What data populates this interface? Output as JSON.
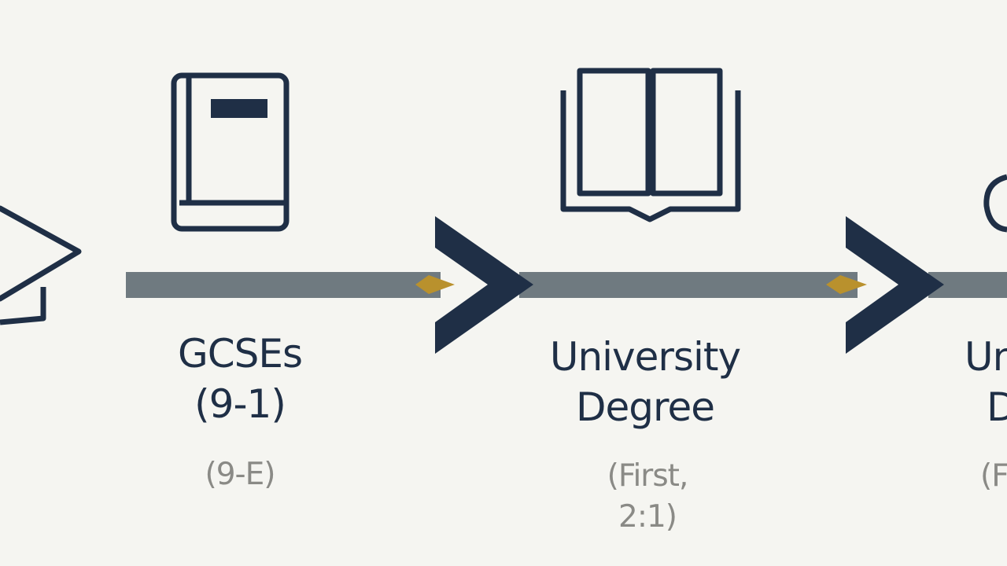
{
  "colors": {
    "background": "#f5f5f1",
    "navy": "#1f2f46",
    "timeline_gray": "#6f7a80",
    "gold": "#b9912d",
    "subtext": "#8a8a86"
  },
  "stages": [
    {
      "icon": "graduation-cap-icon",
      "line1": "",
      "line2": "",
      "sub1": "",
      "sub2": ""
    },
    {
      "icon": "closed-book-icon",
      "line1": "GCSEs",
      "line2": "(9-1)",
      "sub1": "(9-E)",
      "sub2": ""
    },
    {
      "icon": "open-book-icon",
      "line1": "University",
      "line2": "Degree",
      "sub1": "(First,",
      "sub2": "2:1)"
    },
    {
      "icon": "partial-icon",
      "line1": "Un",
      "line2": "D",
      "sub1": "(F",
      "sub2": ""
    }
  ]
}
